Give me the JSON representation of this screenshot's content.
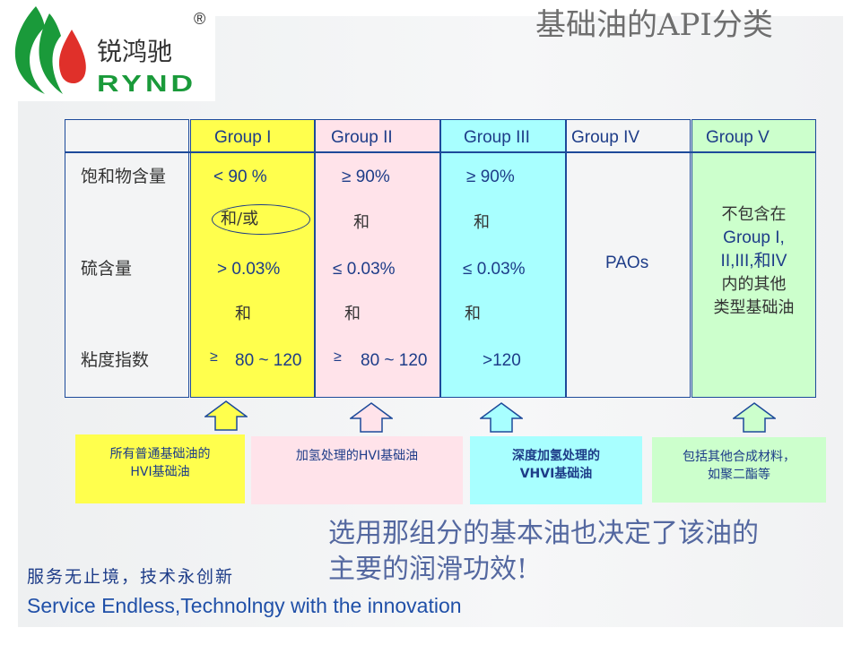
{
  "logo": {
    "name_cn": "锐鸿驰",
    "name_en": "RYND",
    "reg": "®"
  },
  "title": "基础油的API分类",
  "table": {
    "headers": [
      "Group I",
      "Group II",
      "Group III",
      "Group IV",
      "Group V"
    ],
    "row_labels": [
      "饱和物含量",
      "硫含量",
      "粘度指数"
    ],
    "group1": [
      "< 90 %",
      "和/或",
      "> 0.03%",
      "和",
      "80 ~ 120"
    ],
    "group2": [
      "≥  90%",
      "和",
      "≤   0.03%",
      "和",
      "80 ~ 120"
    ],
    "group3": [
      "≥  90%",
      "和",
      "≤   0.03%",
      "和",
      ">120"
    ],
    "group4": "PAOs",
    "group5": [
      "不包含在",
      "Group I,",
      "II,III,和IV",
      "内的其他",
      "类型基础油"
    ],
    "vi_mark": "≥"
  },
  "notes": [
    {
      "l1": "所有普通基础油的",
      "l2": "HVI基础油"
    },
    {
      "l1": "加氢处理的HVI基础油",
      "l2": ""
    },
    {
      "l1": "深度加氢处理的",
      "l2": "VHVI基础油"
    },
    {
      "l1": "包括其他合成材料，",
      "l2": "如聚二酯等"
    }
  ],
  "conclusion": {
    "l1": "选用那组分的基本油也决定了该油的",
    "l2": "主要的润滑功效!"
  },
  "slogan": {
    "cn": "服务无止境，技术永创新",
    "en": "Service Endless,Technolngy with the innovation"
  },
  "colors": {
    "yellow": "#ffff4d",
    "pink": "#ffe3ea",
    "cyan": "#a8ffff",
    "green": "#ccffcc",
    "border": "#1d4a9a"
  }
}
